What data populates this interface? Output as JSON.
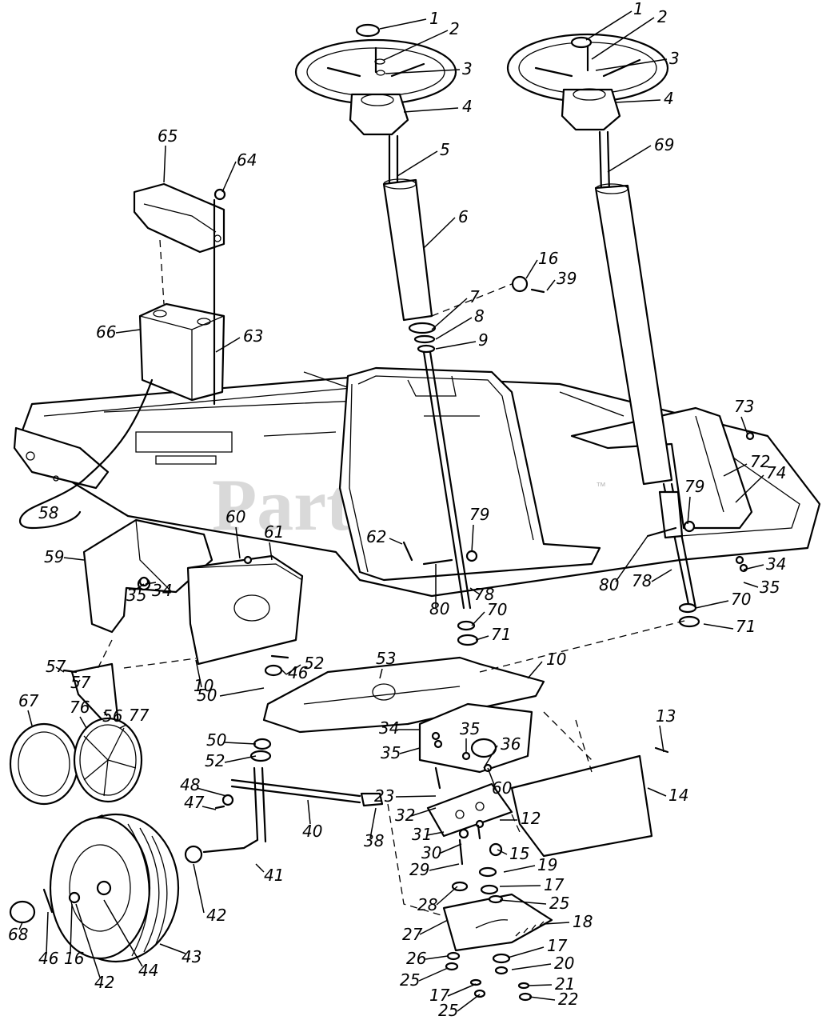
{
  "watermark": "PartsTree",
  "trademark": "™",
  "callouts": [
    "1",
    "2",
    "3",
    "4",
    "5",
    "6",
    "7",
    "8",
    "9",
    "10",
    "12",
    "13",
    "14",
    "15",
    "16",
    "17",
    "18",
    "19",
    "20",
    "21",
    "22",
    "23",
    "25",
    "26",
    "27",
    "28",
    "29",
    "30",
    "31",
    "32",
    "34",
    "35",
    "36",
    "38",
    "39",
    "40",
    "41",
    "42",
    "43",
    "44",
    "46",
    "47",
    "48",
    "50",
    "52",
    "53",
    "56",
    "57",
    "58",
    "59",
    "60",
    "61",
    "62",
    "63",
    "65",
    "64",
    "66",
    "67",
    "68",
    "69",
    "70",
    "71",
    "72",
    "73",
    "74",
    "76",
    "77",
    "78",
    "79",
    "80"
  ]
}
